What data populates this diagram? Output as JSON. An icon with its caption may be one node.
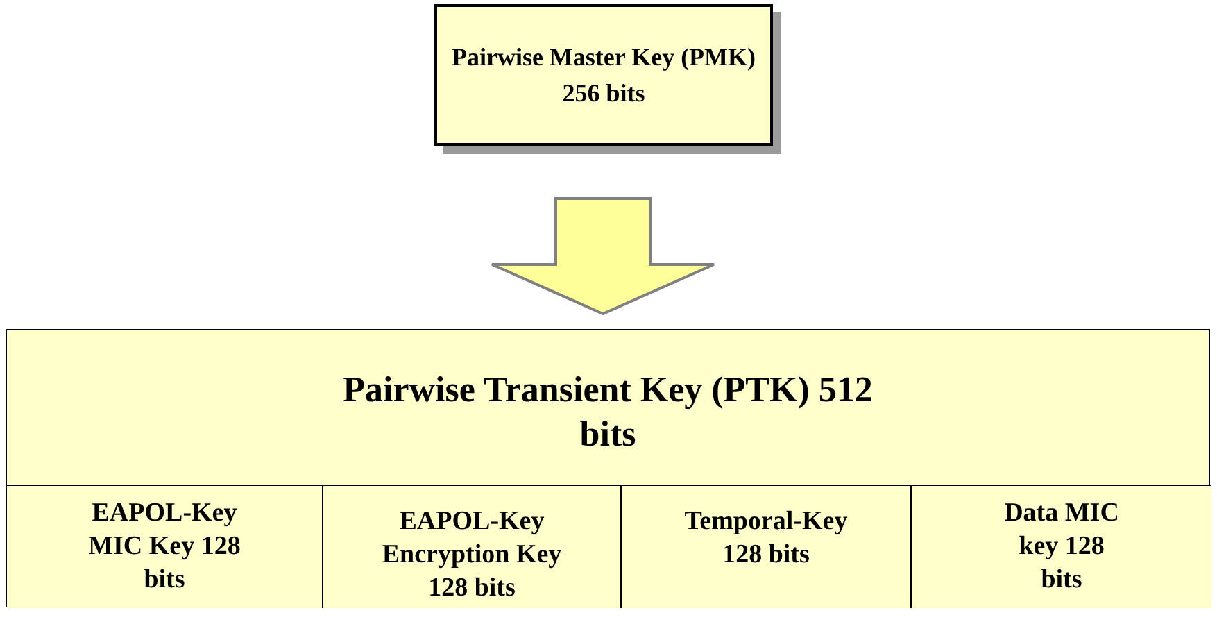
{
  "diagram": {
    "nodes": [
      {
        "text": [
          "Pairwise Master Key (PMK) 256 bits"
        ]
      },
      {
        "text": [
          "Pairwise Transient Key (PTK) 512 bits"
        ]
      },
      {
        "text": [
          "EAPOL-Key MIC Key 128 bits"
        ],
        "in": 1
      },
      {
        "text": [
          "EAPOL-Key Encryption Key 128 bits"
        ],
        "in": 1
      },
      {
        "text": [
          "Temporal-Key 128 bits"
        ],
        "in": 1
      },
      {
        "text": [
          "Data MIC key 128 bits"
        ],
        "in": 1
      }
    ],
    "edges": [
      {
        "from": 0,
        "to": 1,
        "arrow": "to",
        "style": "thick"
      }
    ]
  }
}
